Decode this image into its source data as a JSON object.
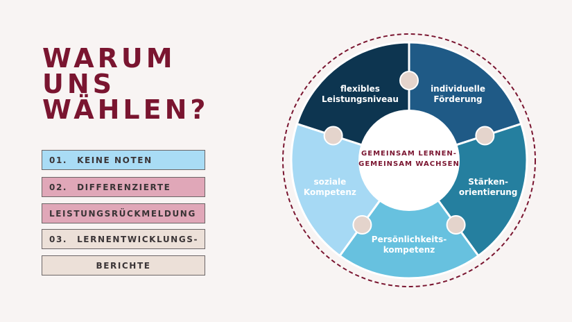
{
  "title": {
    "line1": "WARUM",
    "line2": "UNS",
    "line3": "WÄHLEN?"
  },
  "list": [
    {
      "num": "01.",
      "text": "KEINE NOTEN"
    },
    {
      "num": "02.",
      "text": "DIFFERENZIERTE"
    },
    {
      "num": "",
      "text": "LEISTUNGSRÜCKMELDUNG"
    },
    {
      "num": "03.",
      "text": "LERNENTWICKLUNGS-"
    },
    {
      "num": "",
      "text": "BERICHTE"
    }
  ],
  "wheel": {
    "center": {
      "line1": "GEMEINSAM LERNEN-",
      "line2": "GEMEINSAM WACHSEN"
    },
    "segments": [
      {
        "line1": "individuelle",
        "line2": "Förderung",
        "color": "#1f5a86"
      },
      {
        "line1": "Stärken-",
        "line2": "orientierung",
        "color": "#257f9f"
      },
      {
        "line1": "Persönlichkeits-",
        "line2": "kompetenz",
        "color": "#67c1df"
      },
      {
        "line1": "soziale",
        "line2": "Kompetenz",
        "color": "#a6d9f4"
      },
      {
        "line1": "flexibles",
        "line2": "Leistungsniveau",
        "color": "#0d3550"
      }
    ]
  },
  "colors": {
    "accent": "#7a1530",
    "background": "#f8f4f3",
    "connector": "#e4d4cc"
  }
}
